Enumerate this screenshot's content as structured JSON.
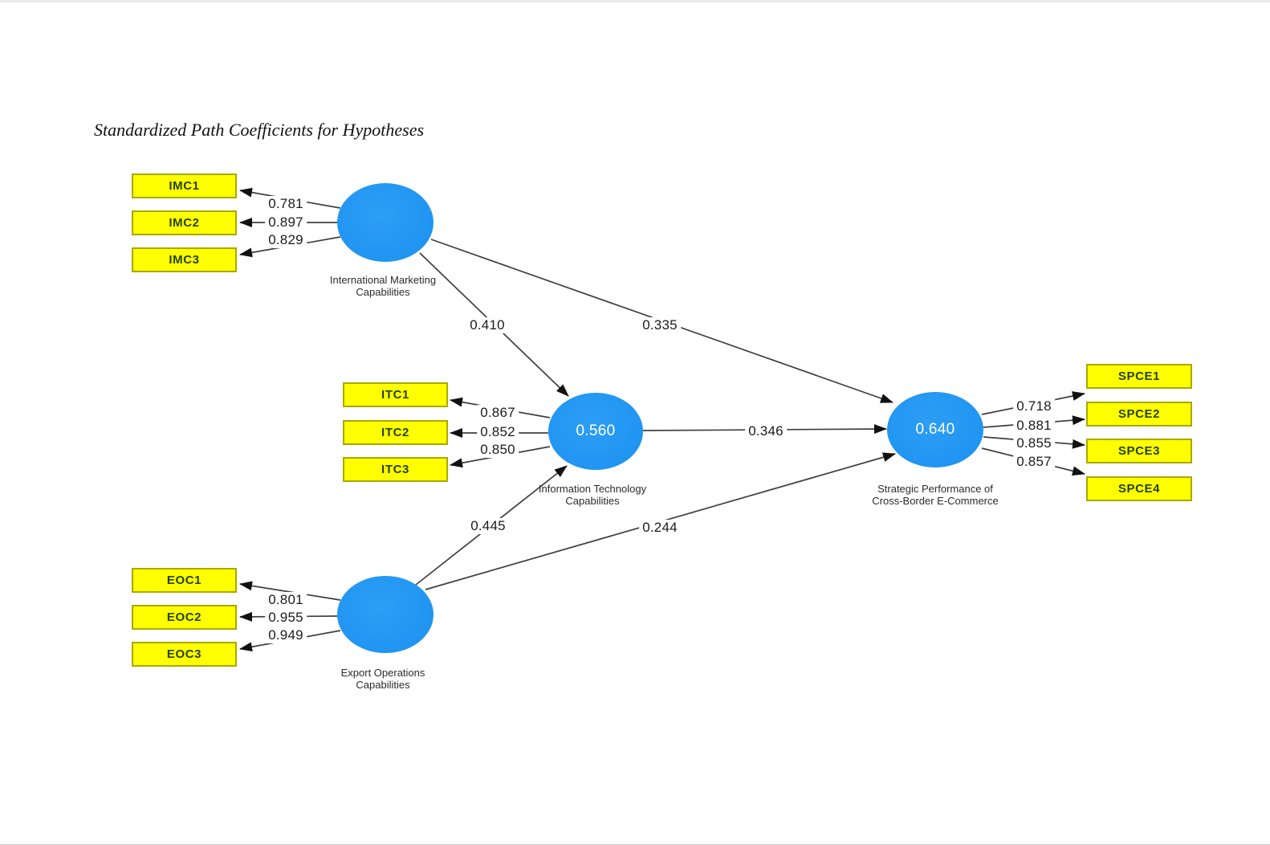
{
  "title": "Standardized Path Coefficients for Hypotheses",
  "colors": {
    "latent_fill": "#2196f3",
    "latent_value_text": "#ffffff",
    "indicator_fill": "#ffff00",
    "indicator_border": "#a9a900",
    "indicator_text": "#254208",
    "edge_stroke": "#3f3f3f",
    "value_text": "#1b1b1b"
  },
  "latents": {
    "imc": {
      "label1": "International Marketing",
      "label2": "Capabilities",
      "r2": ""
    },
    "itc": {
      "label1": "Information Technology",
      "label2": "Capabilities",
      "r2": "0.560"
    },
    "eoc": {
      "label1": "Export Operations",
      "label2": "Capabilities",
      "r2": ""
    },
    "spce": {
      "label1": "Strategic Performance of",
      "label2": "Cross-Border E-Commerce",
      "r2": "0.640"
    }
  },
  "indicators": {
    "imc": [
      {
        "name": "IMC1",
        "loading": "0.781"
      },
      {
        "name": "IMC2",
        "loading": "0.897"
      },
      {
        "name": "IMC3",
        "loading": "0.829"
      }
    ],
    "itc": [
      {
        "name": "ITC1",
        "loading": "0.867"
      },
      {
        "name": "ITC2",
        "loading": "0.852"
      },
      {
        "name": "ITC3",
        "loading": "0.850"
      }
    ],
    "eoc": [
      {
        "name": "EOC1",
        "loading": "0.801"
      },
      {
        "name": "EOC2",
        "loading": "0.955"
      },
      {
        "name": "EOC3",
        "loading": "0.949"
      }
    ],
    "spce": [
      {
        "name": "SPCE1",
        "loading": "0.718"
      },
      {
        "name": "SPCE2",
        "loading": "0.881"
      },
      {
        "name": "SPCE3",
        "loading": "0.855"
      },
      {
        "name": "SPCE4",
        "loading": "0.857"
      }
    ]
  },
  "paths": {
    "imc_itc": "0.410",
    "imc_spce": "0.335",
    "itc_spce": "0.346",
    "eoc_itc": "0.445",
    "eoc_spce": "0.244"
  }
}
